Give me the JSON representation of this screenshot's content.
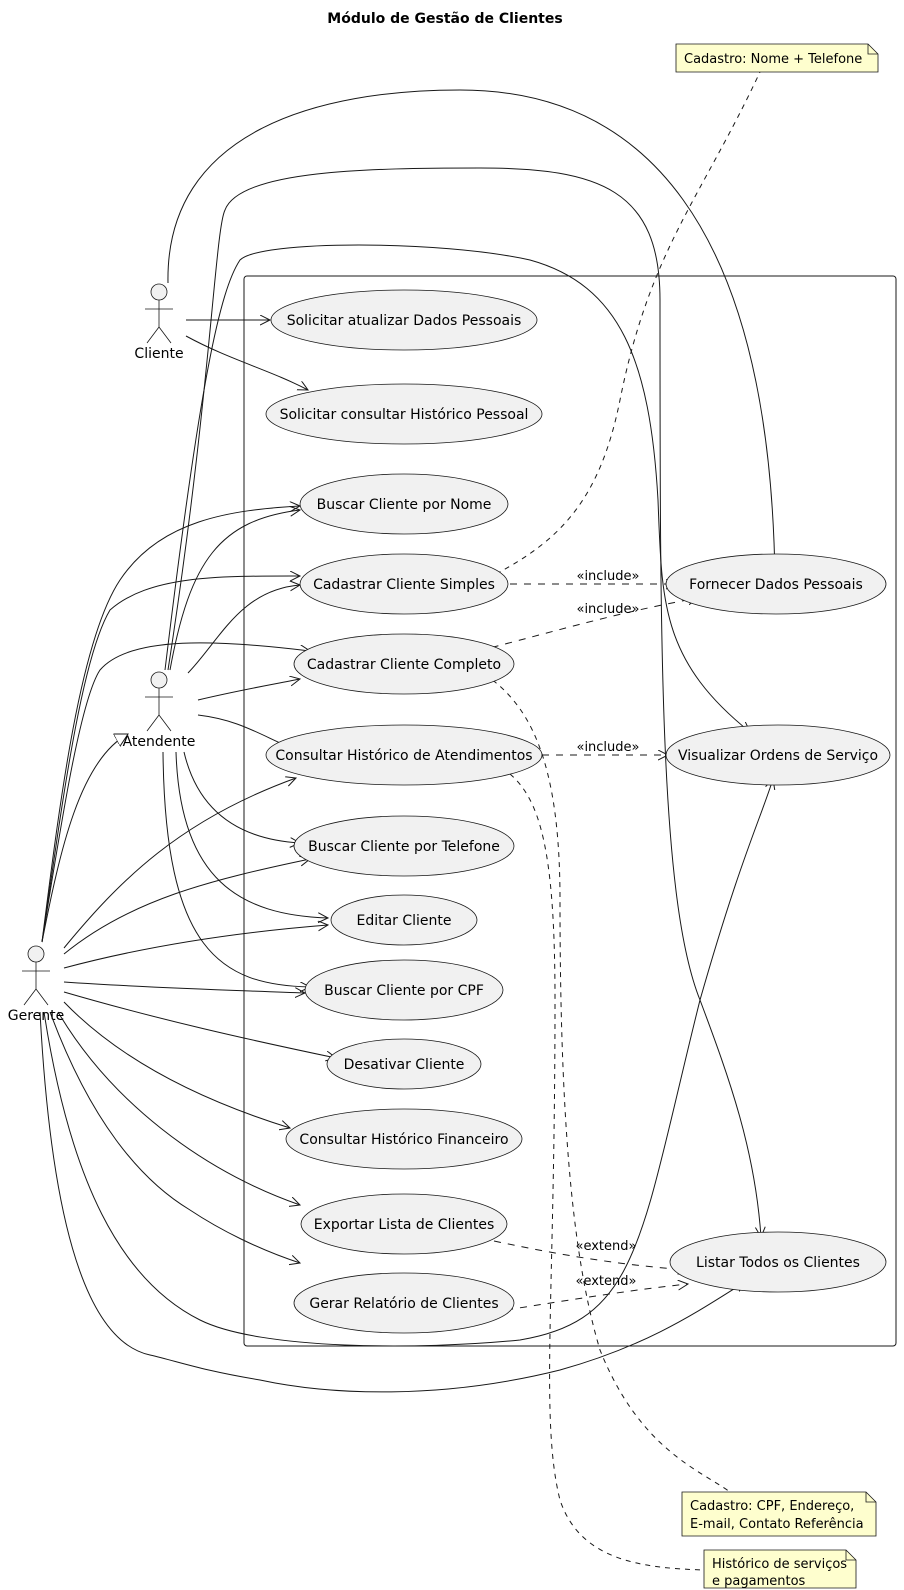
{
  "diagram": {
    "title": "Módulo de Gestão de Clientes",
    "actors": {
      "cliente": "Cliente",
      "atendente": "Atendente",
      "gerente": "Gerente"
    },
    "use_cases": {
      "solicitar_atualizar": "Solicitar atualizar Dados Pessoais",
      "solicitar_consultar": "Solicitar consultar Histórico Pessoal",
      "buscar_nome": "Buscar Cliente por Nome",
      "cadastrar_simples": "Cadastrar Cliente Simples",
      "cadastrar_completo": "Cadastrar Cliente Completo",
      "consultar_atendimentos": "Consultar Histórico de Atendimentos",
      "buscar_telefone": "Buscar Cliente por Telefone",
      "editar": "Editar Cliente",
      "buscar_cpf": "Buscar Cliente por CPF",
      "desativar": "Desativar Cliente",
      "consultar_financeiro": "Consultar Histórico Financeiro",
      "exportar": "Exportar Lista de Clientes",
      "gerar_relatorio": "Gerar Relatório de Clientes",
      "fornecer_dados": "Fornecer Dados Pessoais",
      "visualizar_os": "Visualizar Ordens de Serviço",
      "listar_todos": "Listar Todos os Clientes"
    },
    "relation_labels": {
      "include": "«include»",
      "extend": "«extend»"
    },
    "notes": {
      "simples": "Cadastro: Nome + Telefone",
      "completo_line1": "Cadastro: CPF, Endereço,",
      "completo_line2": "E-mail, Contato Referência",
      "historico_line1": "Histórico de serviços",
      "historico_line2": "e pagamentos"
    }
  }
}
